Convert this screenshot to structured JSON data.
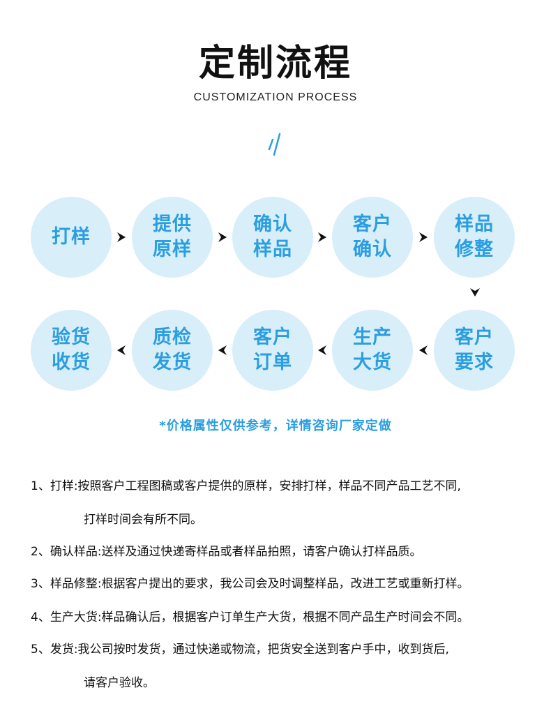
{
  "header": {
    "title": "定制流程",
    "subtitle": "CUSTOMIZATION PROCESS",
    "divider_icon": "double-slash-icon",
    "accent_color": "#2a9ee0",
    "circle_color": "#d8eef9"
  },
  "flow": {
    "row1": [
      {
        "line1": "打样",
        "line2": ""
      },
      {
        "line1": "提供",
        "line2": "原样"
      },
      {
        "line1": "确认",
        "line2": "样品"
      },
      {
        "line1": "客户",
        "line2": "确认"
      },
      {
        "line1": "样品",
        "line2": "修整"
      }
    ],
    "row2": [
      {
        "line1": "验货",
        "line2": "收货"
      },
      {
        "line1": "质检",
        "line2": "发货"
      },
      {
        "line1": "客户",
        "line2": "订单"
      },
      {
        "line1": "生产",
        "line2": "大货"
      },
      {
        "line1": "客户",
        "line2": "要求"
      }
    ]
  },
  "note": "*价格属性仅供参考，详情咨询厂家定做",
  "steps": [
    "1、打样:按照客户工程图稿或客户提供的原样，安排打样，样品不同产品工艺不同,",
    "打样时间会有所不同。",
    "2、确认样品:送样及通过快递寄样品或者样品拍照，请客户确认打样品质。",
    "3、样品修整:根据客户提出的要求，我公司会及时调整样品，改进工艺或重新打样。",
    "4、生产大货:样品确认后，根据客户订单生产大货，根据不同产品生产时间会不同。",
    "5、发货:我公司按时发货，通过快递或物流，把货安全送到客户手中，收到货后,",
    "请客户验收。"
  ]
}
